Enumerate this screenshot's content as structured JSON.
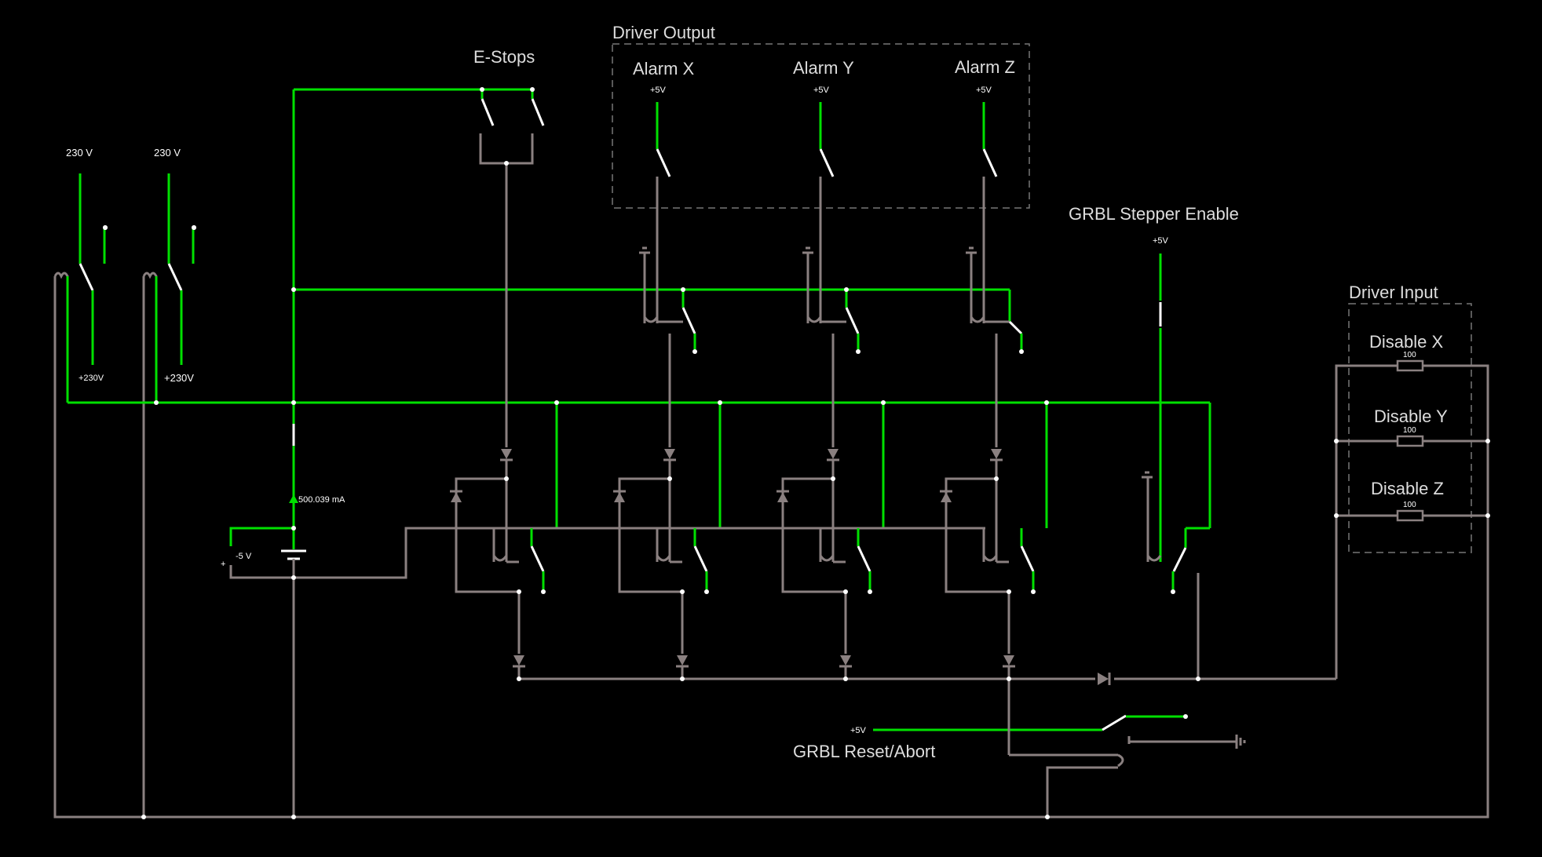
{
  "colors": {
    "background": "#000000",
    "live_wire": "#00e000",
    "dead_wire": "#8a8080",
    "text": "#dddddd",
    "box": "#777777"
  },
  "labels": {
    "estops": "E-Stops",
    "driver_output": "Driver Output",
    "alarm_x": "Alarm X",
    "alarm_y": "Alarm Y",
    "alarm_z": "Alarm Z",
    "grbl_enable": "GRBL Stepper Enable",
    "driver_input": "Driver Input",
    "disable_x": "Disable X",
    "disable_y": "Disable Y",
    "disable_z": "Disable Z",
    "grbl_reset": "GRBL Reset/Abort",
    "v230_a": "230 V",
    "v230_b": "230 V",
    "p230_a": "+230V",
    "p230_b": "+230V",
    "p5v_x": "+5V",
    "p5v_y": "+5V",
    "p5v_z": "+5V",
    "p5v_enable": "+5V",
    "p5v_reset": "+5V",
    "minus5v": "-5 V",
    "plus_sign": "+",
    "current": "500.039 mA",
    "res_x": "100",
    "res_y": "100",
    "res_z": "100"
  }
}
